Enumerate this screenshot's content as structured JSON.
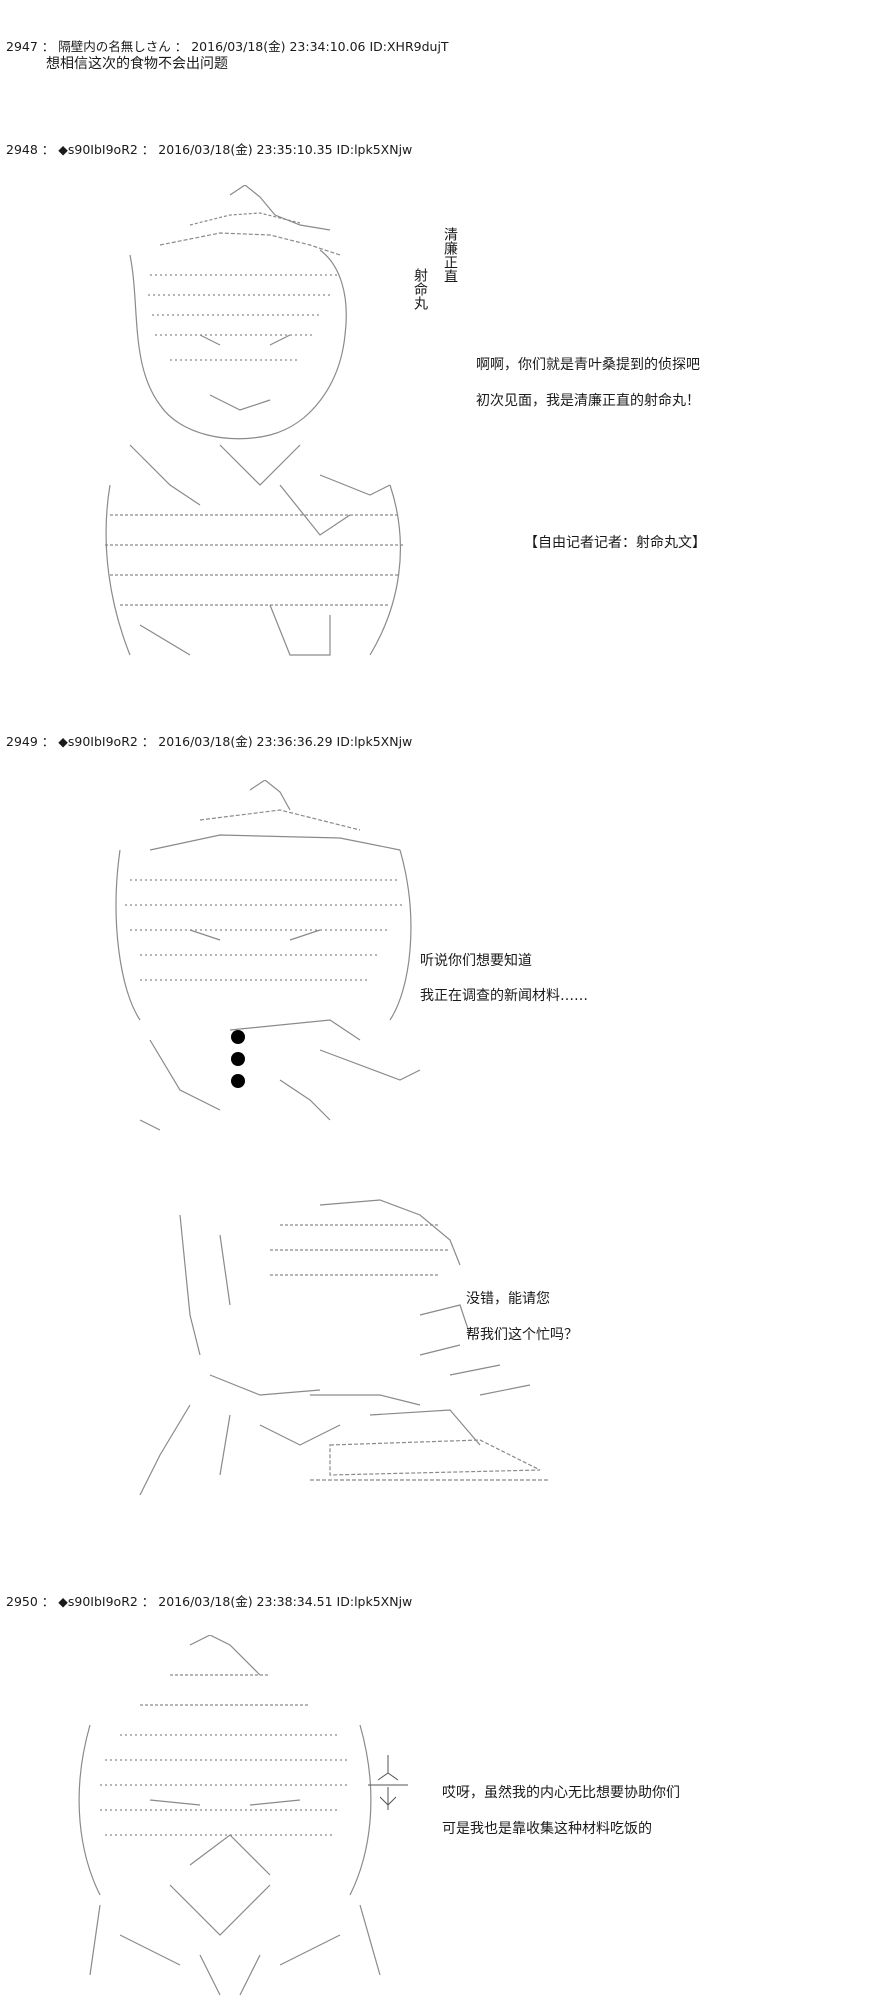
{
  "posts": [
    {
      "header": "2947 ： 隔壁内の名無しさん ： 2016/03/18(金) 23:34:10.06 ID:XHR9dujT",
      "lines": [
        "想相信这次的食物不会出问题"
      ]
    },
    {
      "header": "2948 ： ◆s90IbI9oR2 ： 2016/03/18(金) 23:35:10.35 ID:lpk5XNjw",
      "vertical": [
        "清廉正直",
        "射命丸"
      ],
      "dialogue": [
        "啊啊，你们就是青叶桑提到的侦探吧",
        "初次见面，我是清廉正直的射命丸！"
      ],
      "caption": "【自由记者记者：射命丸文】"
    },
    {
      "header": "2949 ： ◆s90IbI9oR2 ： 2016/03/18(金) 23:36:36.29 ID:lpk5XNjw",
      "dialogue_a": [
        "听说你们想要知道",
        "我正在调查的新闻材料……"
      ],
      "dialogue_b": [
        "没错，能请您",
        "帮我们这个忙吗？"
      ]
    },
    {
      "header": "2950 ： ◆s90IbI9oR2 ： 2016/03/18(金) 23:38:34.51 ID:lpk5XNjw",
      "dialogue": [
        "哎呀，虽然我的内心无比想要协助你们",
        "可是我也是靠收集这种材料吃饭的"
      ]
    }
  ]
}
